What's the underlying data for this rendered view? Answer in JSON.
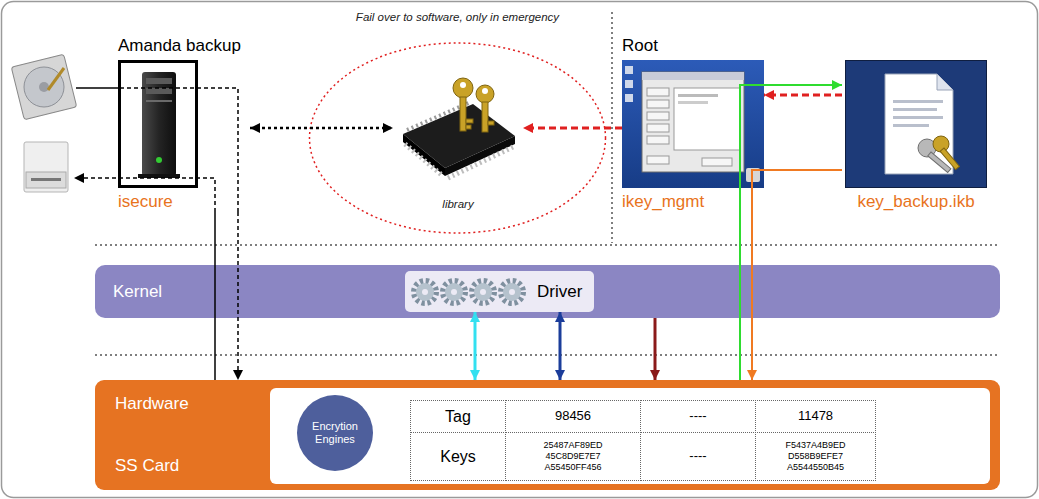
{
  "diagram": {
    "nodes": [
      {
        "text": [
          "Amanda backup",
          "isecure"
        ]
      },
      {
        "text": [
          "Fail over to software, only in emergency"
        ]
      },
      {
        "text": [
          "library"
        ],
        "in": 1
      },
      {
        "text": [
          "Root",
          "ikey_mgmt"
        ]
      },
      {
        "text": [
          "key_backup.ikb"
        ]
      },
      {
        "text": [
          "Kernel"
        ]
      },
      {
        "text": [
          "Driver"
        ],
        "in": 5
      },
      {
        "text": [
          "Hardware",
          "SS Card"
        ]
      },
      {
        "text": [
          "Encrytion Engines"
        ],
        "in": 7
      }
    ],
    "edges": [
      {
        "from": 0,
        "to": 2,
        "arrow": "both"
      },
      {
        "from": 3,
        "to": 2,
        "arrow": "to"
      },
      {
        "from": 4,
        "to": 3,
        "arrow": "to"
      },
      {
        "from": 7,
        "to": 4,
        "arrow": "to"
      },
      {
        "from": 4,
        "to": 7,
        "arrow": "to"
      },
      {
        "from": 0,
        "to": 7,
        "arrow": "to"
      },
      {
        "from": 7,
        "to": 0,
        "arrow": "none"
      },
      {
        "from": 6,
        "to": 7,
        "arrow": "both"
      },
      {
        "from": 6,
        "to": 7,
        "arrow": "both"
      },
      {
        "from": 5,
        "to": 7,
        "arrow": "to"
      }
    ],
    "labels": [
      "Tag",
      "98456",
      "----",
      "11478",
      "Keys",
      "25487AF89ED 45C8D9E7E7 A55450FF456",
      "----",
      "F5437A4B9ED D558B9EFE7 A5544550B45"
    ]
  }
}
